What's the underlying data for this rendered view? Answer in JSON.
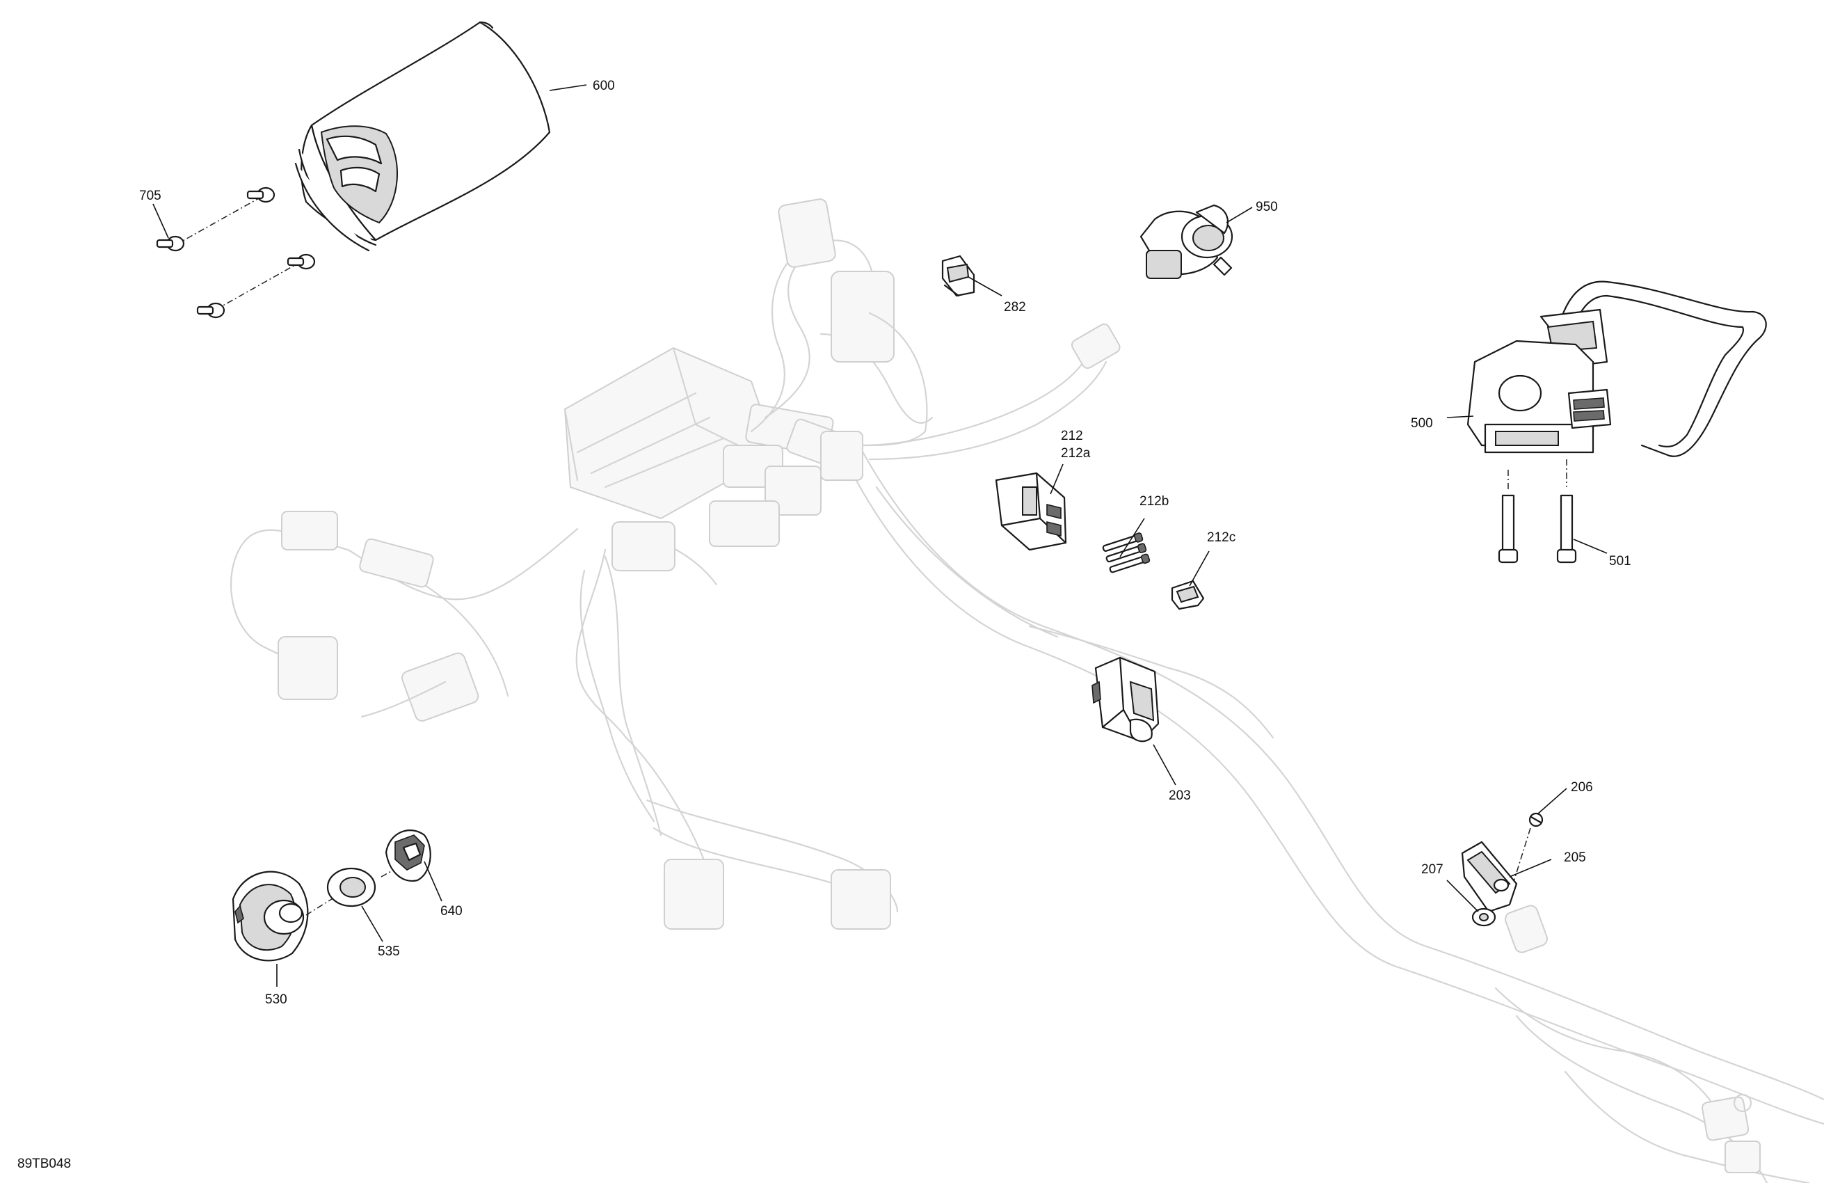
{
  "drawing_id": "89TB048",
  "callouts": {
    "c600": "600",
    "c705": "705",
    "c950": "950",
    "c282": "282",
    "c500": "500",
    "c501": "501",
    "c212": "212",
    "c212a": "212a",
    "c212b": "212b",
    "c212c": "212c",
    "c203": "203",
    "c206": "206",
    "c205": "205",
    "c207": "207",
    "c640": "640",
    "c535": "535",
    "c530": "530"
  }
}
